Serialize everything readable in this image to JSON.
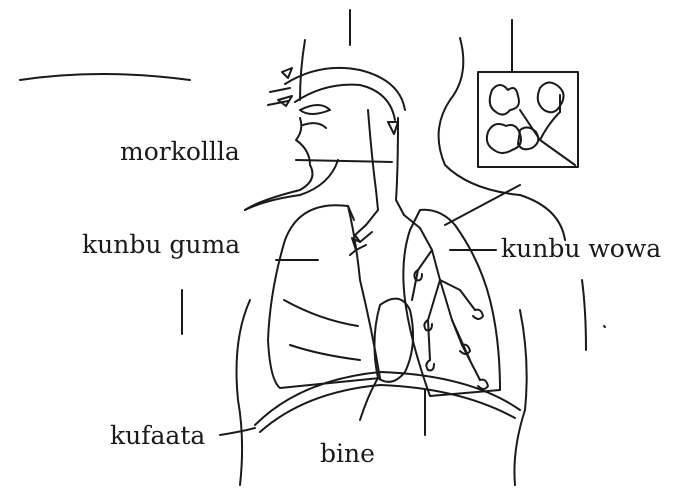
{
  "labels": {
    "morkollla": "morkollla",
    "kunbu_guma": "kunbu guma",
    "kunbu_wowa": "kunbu wowa",
    "kufaata": "kufaata",
    "bine": "bine"
  },
  "colors": {
    "ink": "#1a1a1a",
    "background": "#ffffff"
  }
}
